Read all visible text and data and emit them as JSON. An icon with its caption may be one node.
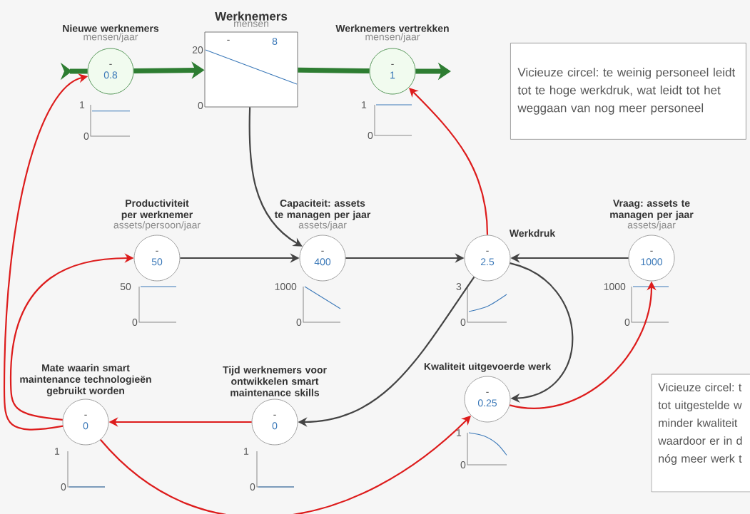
{
  "diagram": {
    "nodes": [
      {
        "text": [
          "Nieuwe werknemers",
          "mensen/jaar",
          "-",
          "0.8"
        ],
        "beside": [
          "1",
          "0"
        ]
      },
      {
        "text": [
          "Werknemers",
          "mensen",
          "-",
          "8"
        ],
        "beside": [
          "20",
          "0"
        ]
      },
      {
        "text": [
          "Werknemers vertrekken",
          "mensen/jaar",
          "-",
          "1"
        ],
        "beside": [
          "1",
          "0"
        ]
      },
      {
        "text": [
          "Vicieuze circel: te weinig personeel leidt tot te hoge werkdruk, wat leidt tot het weggaan van nog meer personeel"
        ]
      },
      {
        "text": [
          "Productiviteit per werknemer",
          "assets/persoon/jaar",
          "-",
          "50"
        ],
        "beside": [
          "50",
          "0"
        ]
      },
      {
        "text": [
          "Capaciteit: assets te managen per jaar",
          "assets/jaar",
          "-",
          "400"
        ],
        "beside": [
          "1000",
          "0"
        ]
      },
      {
        "text": [
          "Werkdruk",
          "-",
          "2.5"
        ],
        "beside": [
          "3",
          "0"
        ]
      },
      {
        "text": [
          "Vraag: assets te managen per jaar",
          "assets/jaar",
          "-",
          "1000"
        ],
        "beside": [
          "1000",
          "0"
        ]
      },
      {
        "text": [
          "Mate waarin smart maintenance technologieën gebruikt worden",
          "-",
          "0"
        ],
        "beside": [
          "1",
          "0"
        ]
      },
      {
        "text": [
          "Tijd werknemers voor ontwikkelen smart maintenance skills",
          "-",
          "0"
        ],
        "beside": [
          "1",
          "0"
        ]
      },
      {
        "text": [
          "Kwaliteit uitgevoerde werk",
          "-",
          "0.25"
        ],
        "beside": [
          "1",
          "0"
        ]
      },
      {
        "text": [
          "Vicieuze circel: t tot uitgestelde w minder kwaliteit waardoor er in d nóg meer werk t"
        ]
      }
    ],
    "edges": [
      {
        "from": null,
        "to": 0,
        "arrow": "other",
        "style": "thick",
        "color": "#2e7d32"
      },
      {
        "from": 0,
        "to": 1,
        "arrow": "to",
        "style": "thick",
        "color": "#2e7d32"
      },
      {
        "from": 1,
        "to": 2,
        "arrow": "none",
        "style": "thick",
        "color": "#2e7d32"
      },
      {
        "from": 2,
        "to": null,
        "arrow": "to",
        "style": "thick",
        "color": "#2e7d32"
      },
      {
        "from": 1,
        "to": 5,
        "arrow": "to"
      },
      {
        "from": 4,
        "to": 5,
        "arrow": "to"
      },
      {
        "from": 5,
        "to": 6,
        "arrow": "to"
      },
      {
        "from": 7,
        "to": 6,
        "arrow": "to"
      },
      {
        "from": 6,
        "to": 9,
        "arrow": "to"
      },
      {
        "from": 6,
        "to": 10,
        "arrow": "to"
      },
      {
        "from": 6,
        "to": 2,
        "arrow": "to",
        "color": "#dd1c1c"
      },
      {
        "from": 8,
        "to": 0,
        "arrow": "to",
        "color": "#dd1c1c"
      },
      {
        "from": 8,
        "to": 4,
        "arrow": "to",
        "color": "#dd1c1c"
      },
      {
        "from": 9,
        "to": 8,
        "arrow": "to",
        "color": "#dd1c1c"
      },
      {
        "from": 8,
        "to": 10,
        "arrow": "to",
        "color": "#dd1c1c"
      },
      {
        "from": 10,
        "to": 7,
        "arrow": "to",
        "color": "#dd1c1c"
      }
    ]
  }
}
